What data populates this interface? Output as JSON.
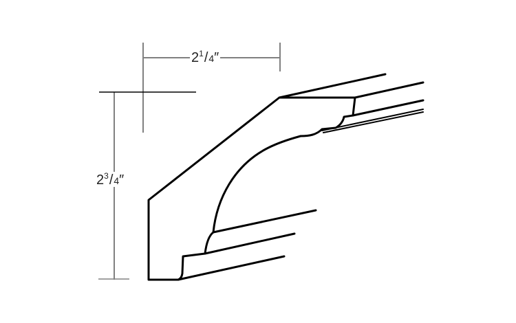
{
  "drawing": {
    "subject": "crown molding profile",
    "line_color": "#000000",
    "dimension_line_color": "#808080"
  },
  "dimensions": {
    "width": {
      "whole": "2",
      "numerator": "1",
      "denominator": "4",
      "unit": "″"
    },
    "height": {
      "whole": "2",
      "numerator": "3",
      "denominator": "4",
      "unit": "″"
    }
  }
}
